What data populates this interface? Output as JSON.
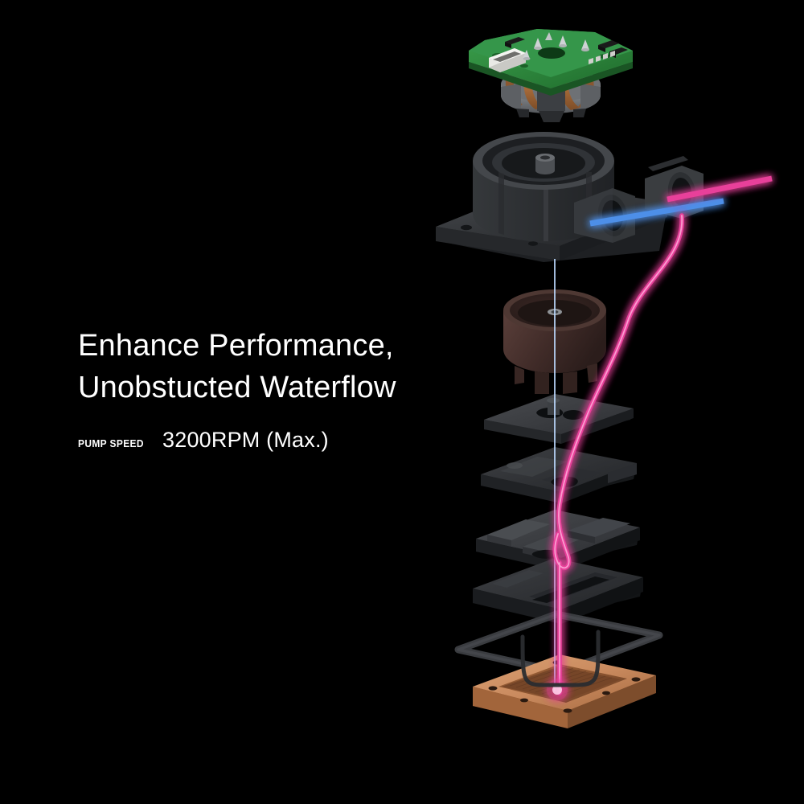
{
  "page": {
    "background_color": "#000000",
    "product": "liquid cooling pump exploded view"
  },
  "copy": {
    "headline": "Enhance Performance,\nUnobstucted Waterflow",
    "headline_line1": "Enhance Performance,",
    "headline_line2": "Unobstucted Waterflow",
    "spec_label": "PUMP SPEED",
    "spec_value": "3200RPM (Max.)",
    "text_color": "#ffffff"
  },
  "flow": {
    "inlet_color": "#4d8fe8",
    "inlet_name": "cold-water-inflow",
    "outlet_color": "#e8409a",
    "outlet_name": "hot-water-outflow"
  },
  "exploded_parts": [
    {
      "id": "pcb-motor",
      "label": "Controller PCB with motor stator",
      "color": "#2e8b3d"
    },
    {
      "id": "pump-housing",
      "label": "Pump housing with inlet and outlet ports",
      "color": "#3a3c3f"
    },
    {
      "id": "impeller-rotor",
      "label": "Impeller rotor",
      "color": "#4a3330"
    },
    {
      "id": "impeller-plate",
      "label": "Impeller cover plate",
      "color": "#404246"
    },
    {
      "id": "volute-plate",
      "label": "Volute channel plate",
      "color": "#3b3d41"
    },
    {
      "id": "channel-plate-upper",
      "label": "Upper flow channel plate",
      "color": "#383a3e"
    },
    {
      "id": "channel-plate-lower",
      "label": "Lower flow channel plate",
      "color": "#35373b"
    },
    {
      "id": "gasket",
      "label": "Sealing gasket o-ring frame",
      "color": "#2c2e31"
    },
    {
      "id": "cold-plate",
      "label": "Copper cold plate",
      "color": "#c98a5e"
    }
  ],
  "colors": {
    "pcb_green": "#2e8b3d",
    "pcb_green_dark": "#1d6129",
    "connector_white": "#e8e8e6",
    "housing_gray": "#3a3c3f",
    "housing_gray_dark": "#232528",
    "rotor_maroon": "#4a3330",
    "copper": "#c98a5e",
    "copper_dark": "#a86a42",
    "winding_copper": "#b3703c",
    "stator_silver": "#8d9094"
  }
}
